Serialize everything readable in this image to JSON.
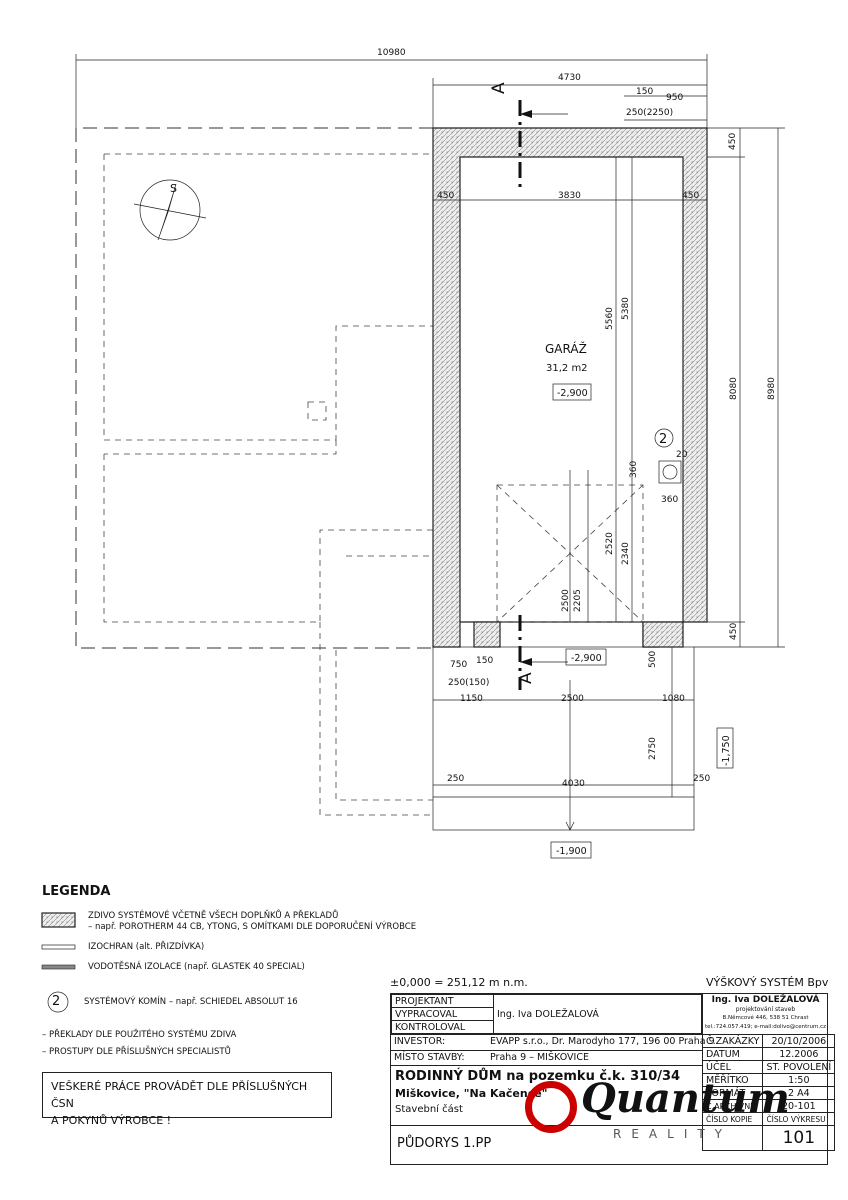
{
  "plan": {
    "room_name": "GARÁŽ",
    "room_area": "31,2 m2",
    "levels": {
      "garage_floor": "-2,900",
      "door": "-2,900",
      "exterior": "-1,900",
      "side": "-1,750"
    },
    "dims": {
      "total_width": "10980",
      "garage_width": "4730",
      "d150": "150",
      "d950": "950",
      "d250_2250": "250(2250)",
      "wall_left": "450",
      "interior_width": "3830",
      "wall_right": "450",
      "wall_top": "450",
      "inner_5560": "5560",
      "inner_5380": "5380",
      "outer_8080": "8080",
      "outer_8980": "8980",
      "chimney_20": "20",
      "chimney_360a": "360",
      "chimney_360b": "360",
      "door_2520": "2520",
      "door_2340": "2340",
      "door_2500": "2500",
      "door_2205": "2205",
      "wall_bottom": "450",
      "d750": "750",
      "d150b": "150",
      "d250_150": "250(150)",
      "d500": "500",
      "d1150": "1150",
      "d2500": "2500",
      "d1080": "1080",
      "d2750": "2750",
      "d250l": "250",
      "d4030": "4030",
      "d250r": "250"
    },
    "section_label": "A",
    "chimney_number": "2"
  },
  "legend": {
    "title": "LEGENDA",
    "item1_line1": "ZDIVO SYSTÉMOVÉ VČETNĚ VŠECH DOPLŇKŮ A PŘEKLADŮ",
    "item1_line2": "– např. POROTHERM 44 CB, YTONG, S OMÍTKAMI DLE DOPORUČENÍ VÝROBCE",
    "item2": "IZOCHRAN (alt. PŘIZDÍVKA)",
    "item3": "VODOTĚSNÁ IZOLACE (např. GLASTEK 40 SPECIAL)",
    "item4_num": "2",
    "item4": "SYSTÉMOVÝ KOMÍN – např. SCHIEDEL ABSOLUT 16",
    "note1": "– PŘEKLADY DLE POUŽITÉHO SYSTÉMU ZDIVA",
    "note2": "– PROSTUPY DLE PŘÍSLUŠNÝCH SPECIALISTŮ",
    "box_line1": "VEŠKERÉ PRÁCE PROVÁDĚT DLE PŘÍSLUŠNÝCH ČSN",
    "box_line2": "A POKYNŮ VÝROBCE !"
  },
  "titleblock": {
    "elevation": "±0,000 = 251,12 m n.m.",
    "height_system": "VÝŠKOVÝ SYSTÉM Bpv",
    "projektant": "PROJEKTANT",
    "vypracoval": "VYPRACOVAL",
    "kontroloval": "KONTROLOVAL",
    "designer_name": "Ing. Iva DOLEŽALOVÁ",
    "firm_name": "Ing. Iva DOLEŽALOVÁ",
    "firm_sub": "projektování staveb",
    "firm_addr": "B.Němcové 446, 538 51 Chrast",
    "firm_contact": "tel.:724.057.419; e-mail:dolivo@centrum.cz",
    "investor_label": "INVESTOR:",
    "investor_value": "EVAPP s.r.o., Dr. Marodyho 177, 196 00 Praha 9",
    "misto_label": "MÍSTO STAVBY:",
    "misto_value": "Praha 9 – MIŠKOVICE",
    "project_title": "RODINNÝ DŮM na pozemku č.k. 310/34",
    "project_sub": "Miškovice, \"Na Kačence\"",
    "part": "Stavební část",
    "drawing_name": "PŮDORYS 1.PP",
    "zakazky_label": "Č.ZAKÁZKY",
    "zakazky_value": "20/10/2006",
    "datum_label": "DATUM",
    "datum_value": "12.2006",
    "ucel_label": "ÚČEL",
    "ucel_value": "ST. POVOLENÍ",
    "meritko_label": "MĚŘÍTKO",
    "meritko_value": "1:50",
    "format_label": "FORMÁT",
    "format_value": "2 A4",
    "archivni_label": "Č.ARCHIVNÍ",
    "archivni_value": "20-101",
    "kopie_label": "ČÍSLO KOPIE",
    "vykres_label": "ČÍSLO VÝKRESU",
    "vykres_value": "101"
  },
  "watermark": {
    "brand": "Quantum",
    "sub": "REALITY"
  }
}
